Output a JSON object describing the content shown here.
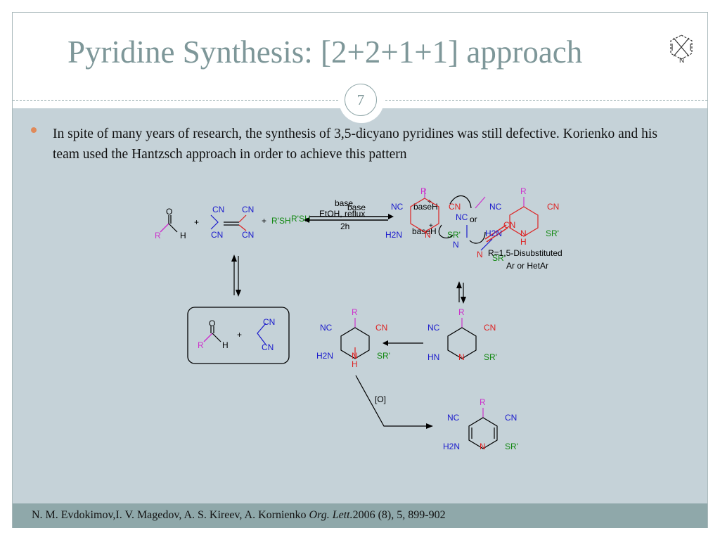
{
  "slide": {
    "title": "Pyridine Synthesis: [2+2+1+1] approach",
    "slide_number": "7",
    "bullet_text": "In spite of many years of research, the synthesis of 3,5-dicyano pyridines was still defective. Korienko and his team used the Hantzsch approach in order to achieve this pattern",
    "footer_authors": "N. M. Evdokimov,I. V. Magedov, A. S. Kireev, A. Kornienko ",
    "footer_journal": "Org. Lett.",
    "footer_details": "2006 (8), 5, 899-902",
    "logo_icon": "pyridine-structure-icon"
  },
  "scheme": {
    "top_conditions": [
      "base",
      "EtOH, reflux",
      "2h"
    ],
    "plus": "+",
    "r_prime_sh": "R'SH",
    "cn": "CN",
    "nc": "NC",
    "r": "R",
    "h": "H",
    "o": "O",
    "n": "N",
    "h2n": "H2N",
    "hn": "HN",
    "sr_prime": "SR'",
    "base_h_plus": "baseH",
    "or_label": "or",
    "r_definition_1": "R=1,5-Disubstituted",
    "r_definition_2": "Ar or HetAr",
    "oxidation_label": "[O]"
  },
  "colors": {
    "title": "#7e9799",
    "content_bg": "#c5d2d8",
    "footer_bg": "#8fa8aa",
    "bullet": "#e08a5a",
    "r_group": "#cc33cc",
    "nitrile": "#1a1acc",
    "thiol": "#118811",
    "nitrogen": "#dd2222"
  }
}
